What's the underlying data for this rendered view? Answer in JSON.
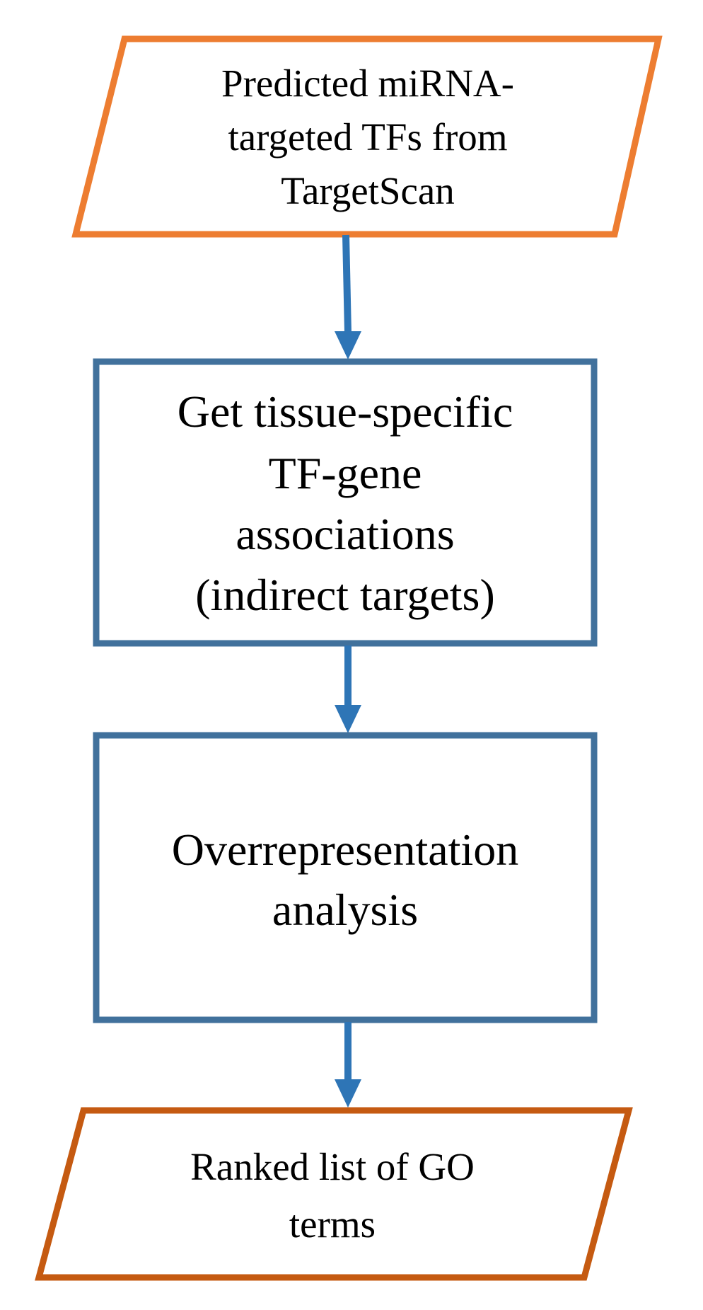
{
  "nodes": {
    "input": {
      "lines": [
        "Predicted  miRNA-",
        "targeted  TFs from",
        "TargetScan"
      ]
    },
    "step1": {
      "lines": [
        "Get tissue-specific",
        "TF-gene",
        "associations",
        "(indirect targets)"
      ]
    },
    "step2": {
      "lines": [
        "Overrepresentation",
        "analysis"
      ]
    },
    "output": {
      "lines": [
        "Ranked list of GO",
        "terms"
      ]
    }
  },
  "colors": {
    "input_border": "#ED7D31",
    "process_border": "#41719C",
    "output_border": "#C55A11",
    "arrow": "#2E75B6",
    "text": "#000000"
  }
}
